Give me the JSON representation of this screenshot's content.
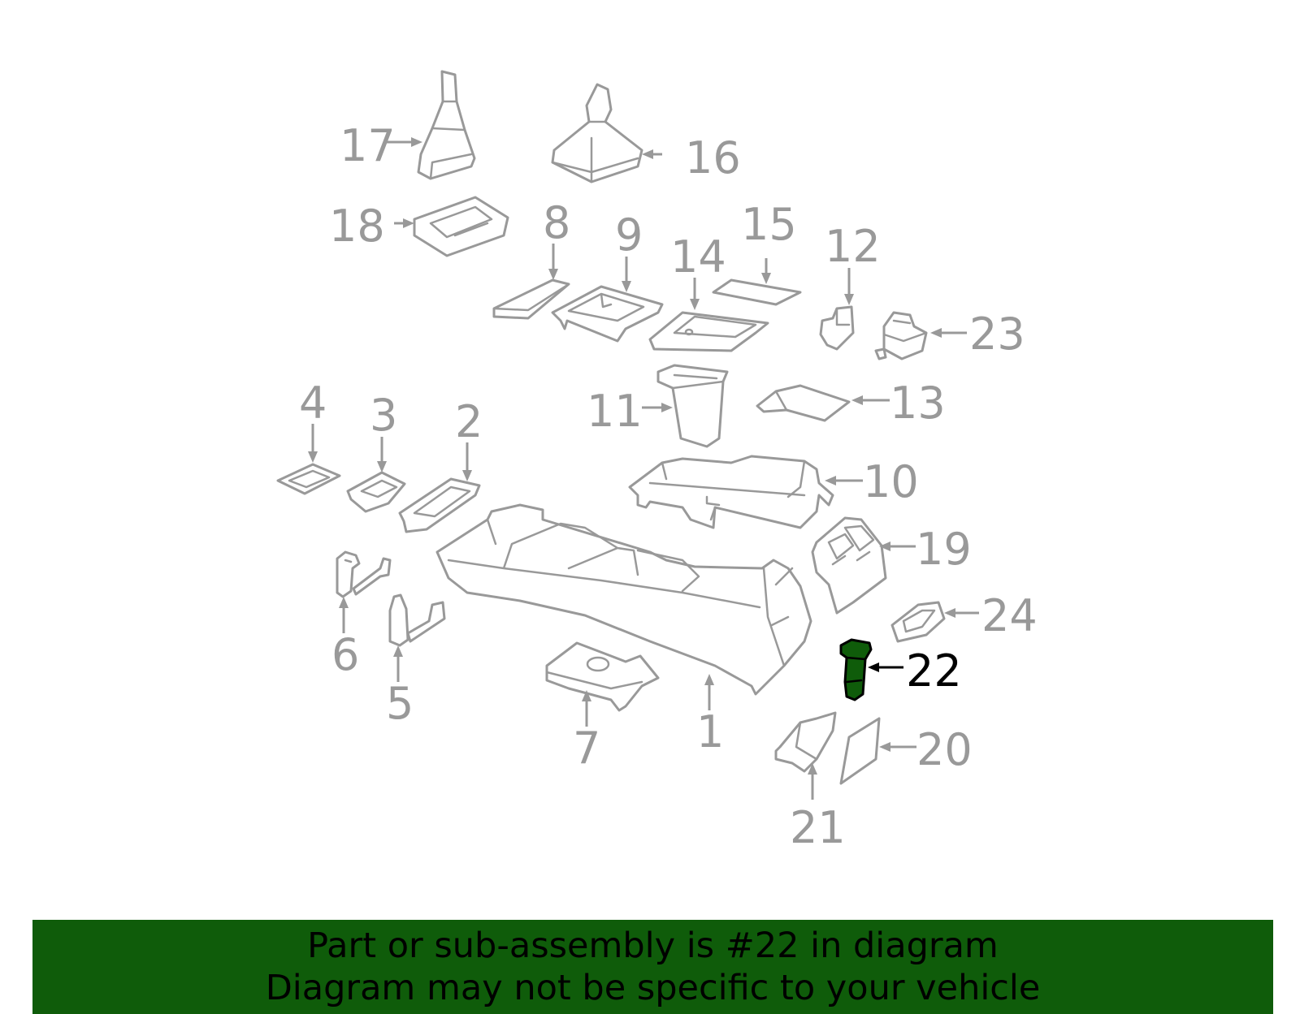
{
  "callouts": {
    "c1": "1",
    "c2": "2",
    "c3": "3",
    "c4": "4",
    "c5": "5",
    "c6": "6",
    "c7": "7",
    "c8": "8",
    "c9": "9",
    "c10": "10",
    "c11": "11",
    "c12": "12",
    "c13": "13",
    "c14": "14",
    "c15": "15",
    "c16": "16",
    "c17": "17",
    "c18": "18",
    "c19": "19",
    "c20": "20",
    "c21": "21",
    "c22": "22",
    "c23": "23",
    "c24": "24"
  },
  "highlight_part": "22",
  "colors": {
    "highlight": "#0f5c0a",
    "line": "#999999",
    "banner": "#0f5c0a"
  },
  "banner": {
    "line1": "Part or sub-assembly is #22 in diagram",
    "line2": "Diagram may not be specific to your vehicle"
  }
}
